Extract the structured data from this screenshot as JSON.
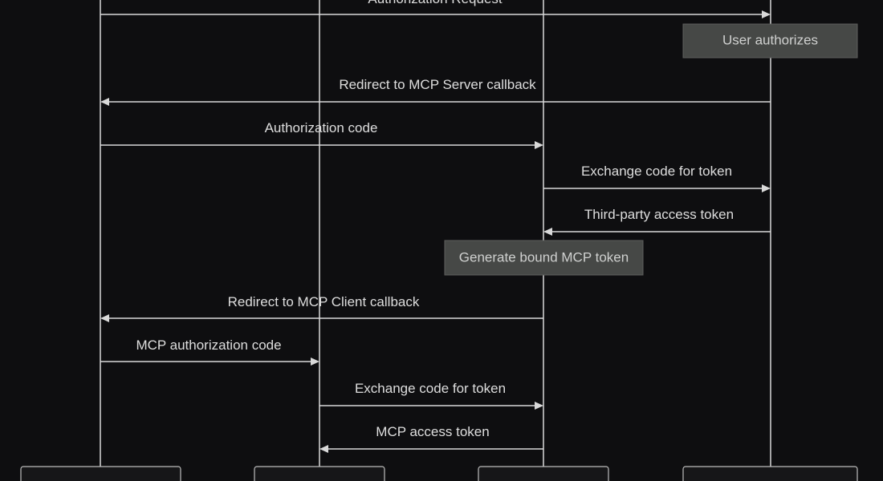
{
  "colors": {
    "background": "#0e0e10",
    "line": "#d9d9d9",
    "text": "#dedede",
    "note_fill": "#464846"
  },
  "messages": [
    {
      "label": "Authorization Request",
      "from": "client",
      "to": "thirdparty",
      "direction": "right"
    },
    {
      "label": "Redirect to MCP Server callback",
      "from": "thirdparty",
      "to": "client",
      "direction": "left"
    },
    {
      "label": "Authorization code",
      "from": "client",
      "to": "server",
      "direction": "right"
    },
    {
      "label": "Exchange code for token",
      "from": "server",
      "to": "thirdparty",
      "direction": "right"
    },
    {
      "label": "Third-party access token",
      "from": "thirdparty",
      "to": "server",
      "direction": "left"
    },
    {
      "label": "Redirect to MCP Client callback",
      "from": "server",
      "to": "client",
      "direction": "left"
    },
    {
      "label": "MCP authorization code",
      "from": "client",
      "to": "mcpclient",
      "direction": "right"
    },
    {
      "label": "Exchange code for token",
      "from": "mcpclient",
      "to": "server",
      "direction": "right"
    },
    {
      "label": "MCP access token",
      "from": "server",
      "to": "mcpclient",
      "direction": "left"
    }
  ],
  "notes": [
    {
      "text": "User authorizes",
      "over": "thirdparty"
    },
    {
      "text": "Generate bound MCP token",
      "over": "server"
    }
  ],
  "actors": [
    {
      "id": "client",
      "label": ""
    },
    {
      "id": "mcpclient",
      "label": ""
    },
    {
      "id": "server",
      "label": ""
    },
    {
      "id": "thirdparty",
      "label": ""
    }
  ]
}
